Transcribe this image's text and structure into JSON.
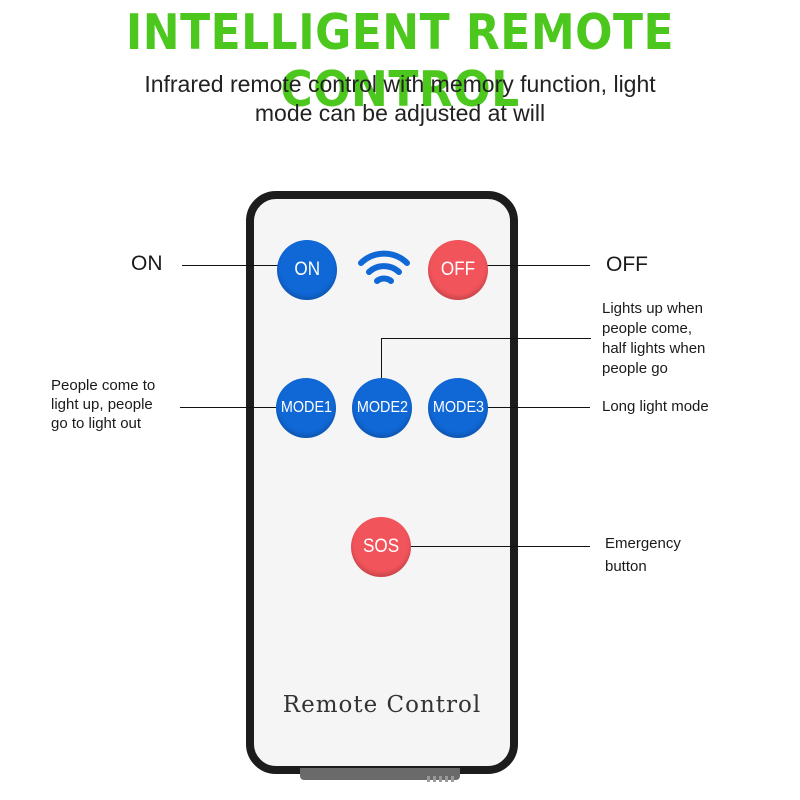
{
  "header": {
    "title": "INTELLIGENT REMOTE CONTROL",
    "subtitle_line1": "Infrared remote control with memory function, light",
    "subtitle_line2": "mode can be adjusted at will"
  },
  "remote": {
    "on_button": "ON",
    "off_button": "OFF",
    "mode1_button": "MODE1",
    "mode2_button": "MODE2",
    "mode3_button": "MODE3",
    "sos_button": "SOS",
    "label": "Remote Control",
    "signal_icon": "wifi-signal-icon"
  },
  "callouts": {
    "on": "ON",
    "off": "OFF",
    "mode1_lines": [
      "People come to",
      "light up, people",
      "go to light out"
    ],
    "mode2_lines": [
      "Lights up when",
      "people come,",
      "half lights when",
      "people go"
    ],
    "mode3": "Long light mode",
    "sos_lines": [
      "Emergency",
      "button"
    ]
  },
  "colors": {
    "title_green": "#4cc71d",
    "button_blue": "#1068d6",
    "button_red": "#f2545b"
  }
}
